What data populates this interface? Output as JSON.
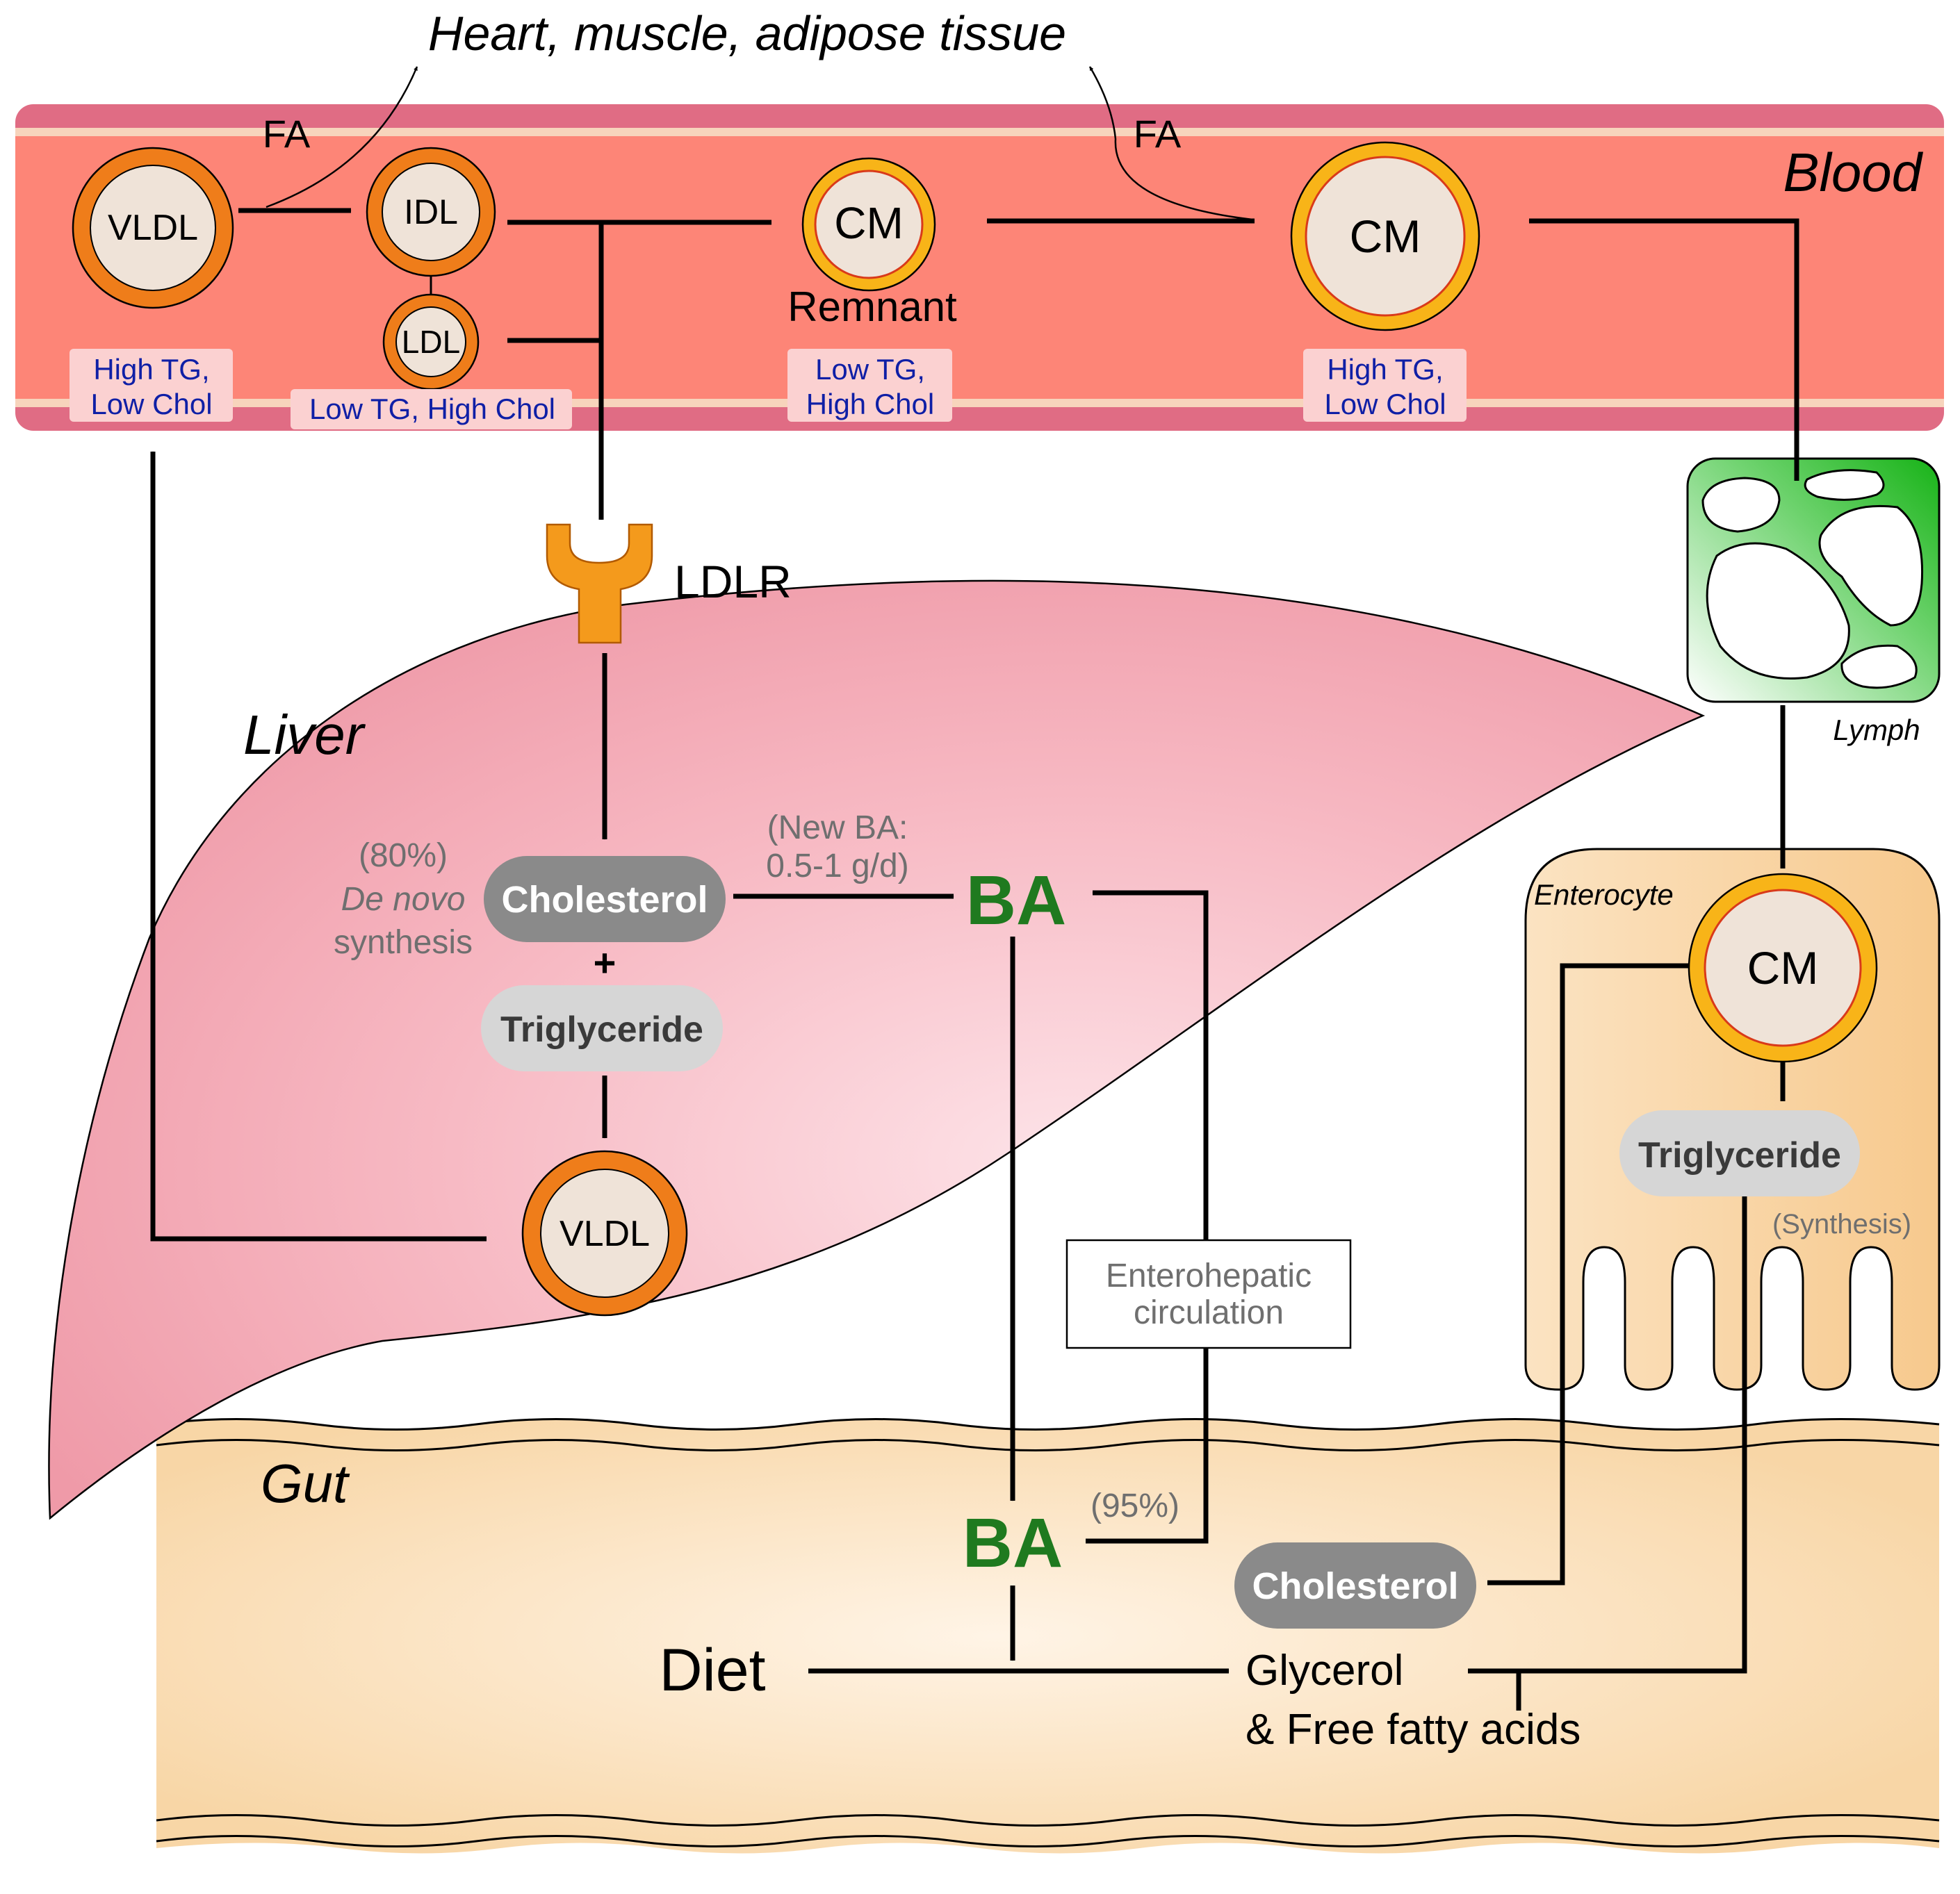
{
  "title": "Heart, muscle, adipose tissue",
  "regions": {
    "blood": "Blood",
    "liver": "Liver",
    "gut": "Gut",
    "lymph": "Lymph",
    "enterocyte": "Enterocyte"
  },
  "particles": {
    "vldl_blood": "VLDL",
    "idl": "IDL",
    "ldl": "LDL",
    "cm_remnant": "CM",
    "remnant_label": "Remnant",
    "cm_blood": "CM",
    "vldl_liver": "VLDL",
    "cm_enterocyte": "CM"
  },
  "composition": {
    "vldl_line1": "High TG,",
    "vldl_line2": "Low Chol",
    "ldl": "Low TG, High Chol",
    "remnant_line1": "Low TG,",
    "remnant_line2": "High Chol",
    "cm_line1": "High TG,",
    "cm_line2": "Low Chol"
  },
  "fa_left": "FA",
  "fa_right": "FA",
  "ldlr": "LDLR",
  "liver": {
    "pct_80": "(80%)",
    "de_novo": "De novo",
    "synthesis": "synthesis",
    "cholesterol": "Cholesterol",
    "plus": "+",
    "triglyceride": "Triglyceride",
    "new_ba_line1": "(New BA:",
    "new_ba_line2": "0.5-1 g/d)",
    "ba": "BA"
  },
  "enterohepatic_line1": "Enterohepatic",
  "enterohepatic_line2": "circulation",
  "gut": {
    "ba": "BA",
    "pct_95": "(95%)",
    "diet": "Diet",
    "cholesterol": "Cholesterol",
    "glycerol": "Glycerol",
    "ffa": "& Free fatty acids"
  },
  "enterocyte": {
    "triglyceride": "Triglyceride",
    "synthesis": "(Synthesis)"
  },
  "colors": {
    "blood_band": "#e06c84",
    "blood_inner": "#fd8577",
    "vessel_line": "#f7d4bc",
    "vldl_ring": "#ef7d1a",
    "cm_ring": "#f8b418",
    "particle_core": "#efe3d8",
    "label_box": "#fbd1d1",
    "label_text": "#0f1fa6",
    "ldlr": "#f49a1c",
    "cholesterol_pill": "#8a8a8a",
    "triglyceride_pill": "#d6d6d6",
    "ba": "#1f7a1f",
    "liver_fill": "#f3a9b4",
    "gut_fill": "#f9dfb8",
    "lymph": "#3cc23c"
  }
}
